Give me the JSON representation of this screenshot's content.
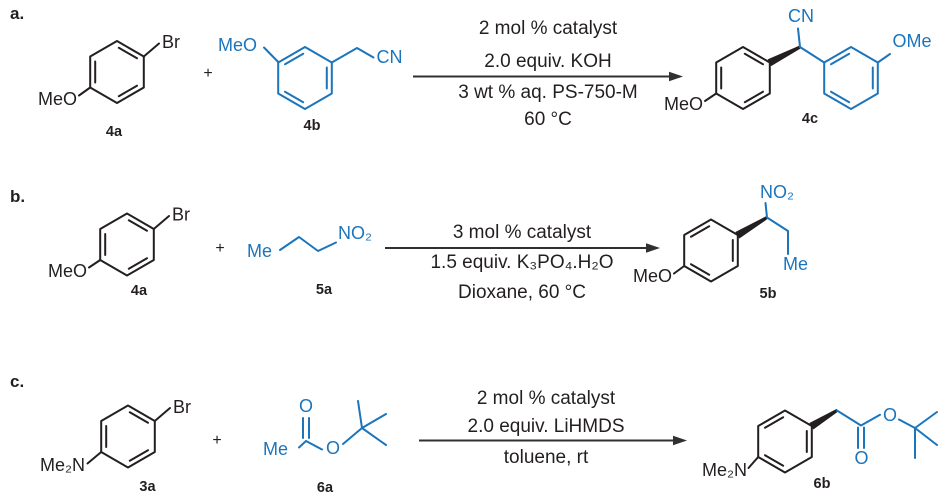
{
  "colors": {
    "structure_black": "#231F20",
    "structure_blue": "#1B75BC"
  },
  "reactions": [
    {
      "label": "a.",
      "plus": "+",
      "reactants": [
        {
          "id": "4a",
          "labels": {
            "br": "Br",
            "meo": "MeO"
          }
        },
        {
          "id": "4b",
          "labels": {
            "meo": "MeO",
            "cn": "CN"
          }
        }
      ],
      "conditions": {
        "above": [
          "2 mol % catalyst",
          "2.0 equiv. KOH"
        ],
        "below": [
          "3 wt % aq. PS-750-M",
          "60 °C"
        ]
      },
      "product": {
        "id": "4c",
        "labels": {
          "cn": "CN",
          "meo": "MeO",
          "ome": "OMe"
        }
      }
    },
    {
      "label": "b.",
      "plus": "+",
      "reactants": [
        {
          "id": "4a",
          "labels": {
            "br": "Br",
            "meo": "MeO"
          }
        },
        {
          "id": "5a",
          "labels": {
            "me": "Me",
            "no2": "NO₂"
          }
        }
      ],
      "conditions": {
        "above": [
          "3 mol % catalyst"
        ],
        "below": [
          "1.5 equiv. K₃PO₄.H₂O",
          "Dioxane, 60 °C"
        ]
      },
      "product": {
        "id": "5b",
        "labels": {
          "no2": "NO₂",
          "meo": "MeO",
          "me": "Me"
        }
      }
    },
    {
      "label": "c.",
      "plus": "+",
      "reactants": [
        {
          "id": "3a",
          "labels": {
            "br": "Br",
            "me2n": "Me₂N"
          }
        },
        {
          "id": "6a",
          "labels": {
            "me": "Me",
            "o_carbonyl": "O",
            "o_ester": "O"
          }
        }
      ],
      "conditions": {
        "above": [
          "2 mol % catalyst",
          "2.0 equiv. LiHMDS"
        ],
        "below": [
          "toluene, rt"
        ]
      },
      "product": {
        "id": "6b",
        "labels": {
          "me2n": "Me₂N",
          "o_carbonyl": "O",
          "o_ester": "O"
        }
      }
    }
  ]
}
